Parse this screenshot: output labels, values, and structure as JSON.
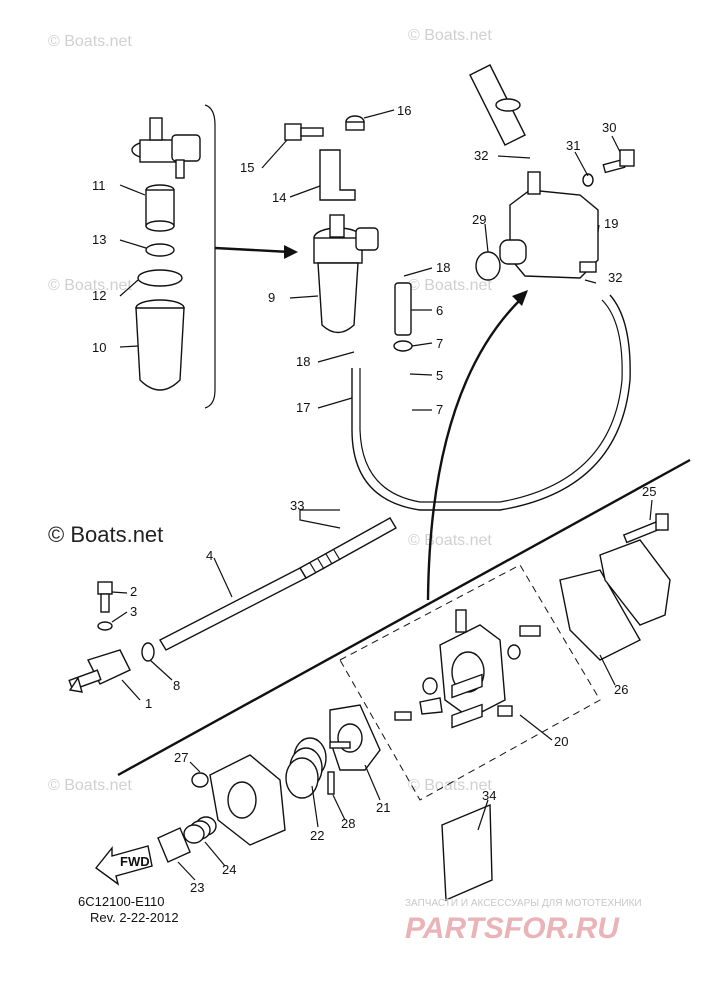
{
  "watermark": "© Boats.net",
  "diagram_code": "6C12100-E110",
  "revision": "Rev.  2-22-2012",
  "fwd_label": "FWD",
  "store_tagline": "ЗАПЧАСТИ И АКСЕССУАРЫ ДЛЯ МОТОТЕХНИКИ",
  "store_logo": "PARTSFOR.RU",
  "callouts": [
    "1",
    "2",
    "3",
    "4",
    "5",
    "6",
    "7",
    "7",
    "8",
    "9",
    "10",
    "11",
    "12",
    "13",
    "14",
    "15",
    "16",
    "17",
    "18",
    "18",
    "19",
    "20",
    "21",
    "22",
    "23",
    "24",
    "25",
    "26",
    "27",
    "28",
    "29",
    "30",
    "31",
    "32",
    "32",
    "33",
    "34"
  ]
}
